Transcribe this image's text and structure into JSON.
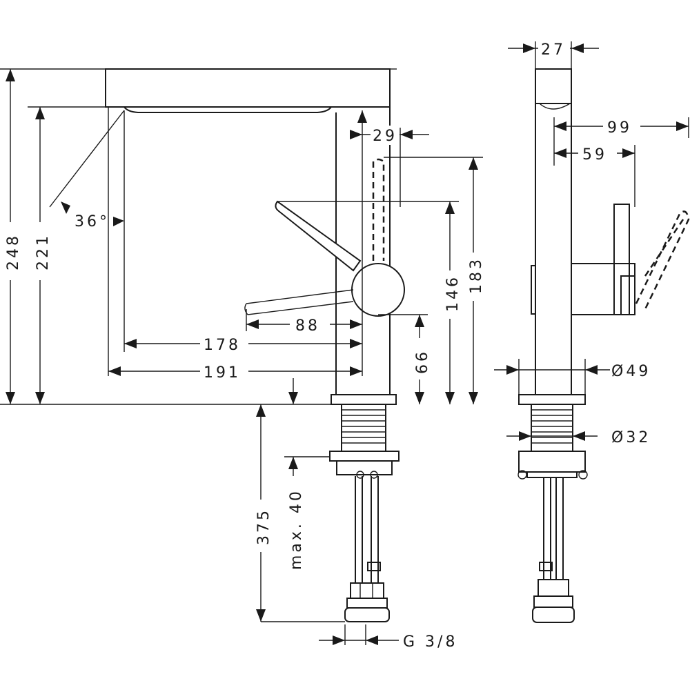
{
  "dimensions": {
    "height_total": "248",
    "height_spout": "221",
    "spout_angle": "36°",
    "spout_reach_inner": "178",
    "spout_reach_outer": "191",
    "handle_offset": "88",
    "handle_height": "66",
    "handle_top": "146",
    "handle_lever_top": "183",
    "lever_width": "29",
    "body_depth": "27",
    "side_reach": "99",
    "side_reach_inner": "59",
    "base_diameter": "Ø49",
    "thread_diameter": "Ø32",
    "hose_length": "375",
    "deck_thickness": "max. 40",
    "connection": "G 3/8"
  }
}
